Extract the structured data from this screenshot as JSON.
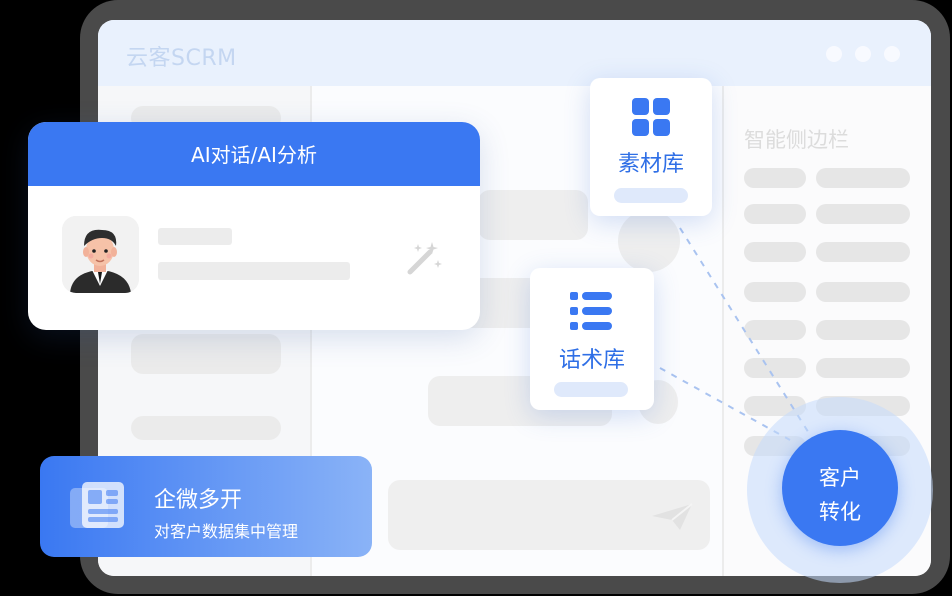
{
  "window": {
    "app_title": "云客SCRM",
    "sidebar_title": "智能侧边栏"
  },
  "ai_card": {
    "title": "AI对话/AI分析",
    "avatar_icon": "businessman-avatar-icon",
    "tool_icon": "magic-wand-icon"
  },
  "material_library": {
    "label": "素材库",
    "icon": "grid-apps-icon"
  },
  "script_library": {
    "label": "话术库",
    "icon": "list-icon"
  },
  "enterprise_wechat": {
    "title": "企微多开",
    "subtitle": "对客户数据集中管理",
    "icon": "window-layout-icon"
  },
  "customer_conversion": {
    "line1": "客户",
    "line2": "转化"
  },
  "colors": {
    "accent": "#3a78f2",
    "accent_light": "#dfe9fb",
    "frame": "#4a4a4a"
  }
}
